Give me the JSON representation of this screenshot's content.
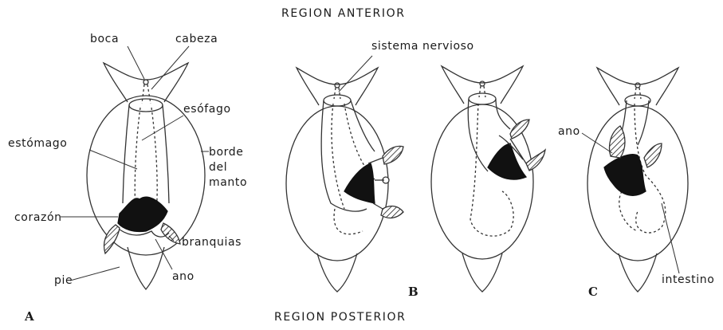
{
  "title_top": "REGION ANTERIOR",
  "title_bottom": "REGION POSTERIOR",
  "panel_letters": {
    "a": "A",
    "b": "B",
    "c": "C"
  },
  "labels": {
    "boca": "boca",
    "cabeza": "cabeza",
    "esofago": "esófago",
    "estomago": "estómago",
    "borde_del_manto_1": "borde",
    "borde_del_manto_2": "del",
    "borde_del_manto_3": "manto",
    "corazon": "corazón",
    "branquias": "branquias",
    "ano_a": "ano",
    "pie": "pie",
    "sistema_nervioso": "sistema nervioso",
    "ano_c": "ano",
    "intestino": "intestino"
  }
}
